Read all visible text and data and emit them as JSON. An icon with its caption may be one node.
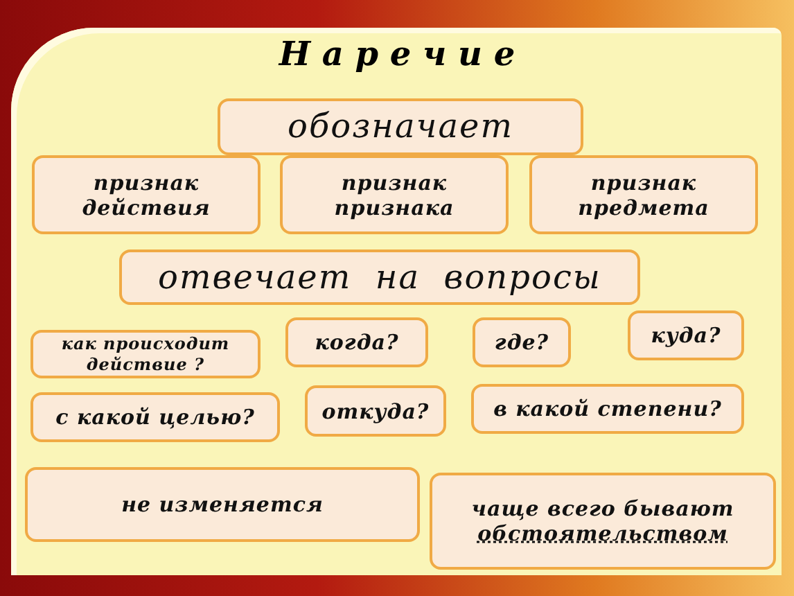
{
  "diagram": {
    "title": "Н а р е ч и е",
    "nodes": [
      {
        "text": [
          "обозначает"
        ]
      },
      {
        "text": [
          "признак действия"
        ]
      },
      {
        "text": [
          "признак признака"
        ]
      },
      {
        "text": [
          "признак предмета"
        ]
      },
      {
        "text": [
          "отвечает  на  вопросы"
        ]
      },
      {
        "text": [
          "как происходит действие ?"
        ]
      },
      {
        "text": [
          "когда?"
        ]
      },
      {
        "text": [
          "где?"
        ]
      },
      {
        "text": [
          "куда?"
        ]
      },
      {
        "text": [
          "с какой целью?"
        ]
      },
      {
        "text": [
          "откуда?"
        ]
      },
      {
        "text": [
          "в какой степени?"
        ]
      },
      {
        "text": [
          "не изменяется"
        ]
      },
      {
        "text": [
          "чаще всего бывают",
          "обстоятельством"
        ]
      }
    ]
  }
}
